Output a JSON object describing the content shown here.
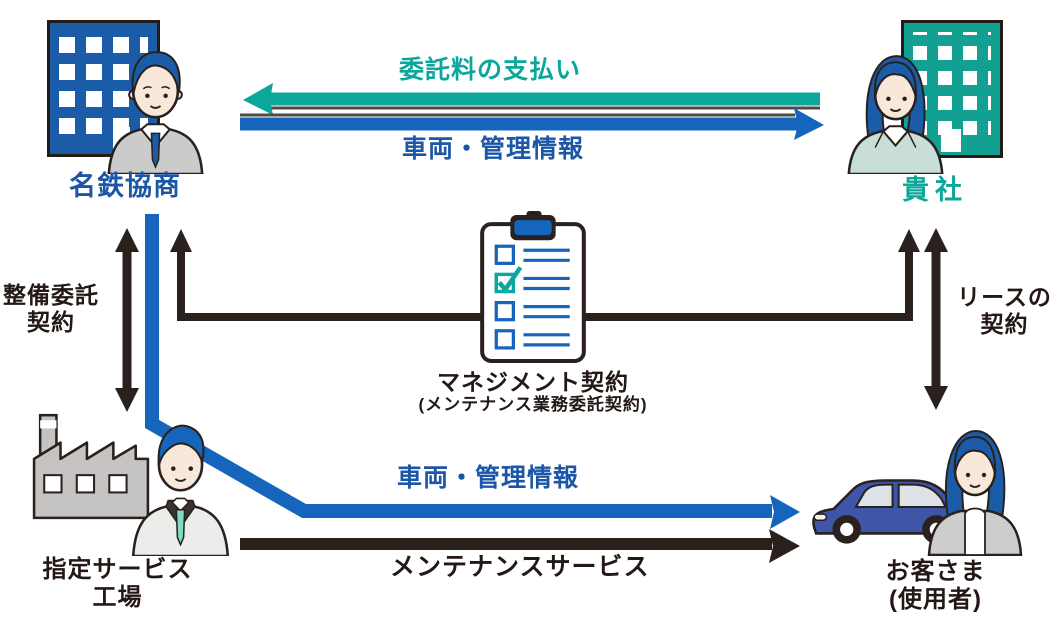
{
  "nodes": {
    "meitetsu": {
      "label": "名鉄協商"
    },
    "kisha": {
      "label": "貴社"
    },
    "contract": {
      "title": "マネジメント契約",
      "subtitle": "(メンテナンス業務委託契約)"
    },
    "factory": {
      "line1": "指定サービス",
      "line2": "工場"
    },
    "customer": {
      "line1": "お客さま",
      "line2": "(使用者)"
    }
  },
  "arrows": {
    "fee_payment": {
      "label": "委託料の支払い",
      "direction": "left"
    },
    "vehicle_info_top": {
      "label": "車両・管理情報",
      "direction": "right"
    },
    "seibi_itaku": {
      "line1": "整備委託",
      "line2": "契約",
      "direction": "both"
    },
    "lease": {
      "line1": "リースの",
      "line2": "契約",
      "direction": "both"
    },
    "vehicle_info_bottom": {
      "label": "車両・管理情報",
      "direction": "right"
    },
    "maintenance_service": {
      "label": "メンテナンスサービス",
      "direction": "right"
    }
  },
  "colors": {
    "teal": "#0aa79a",
    "blue_arrow": "#1565bd",
    "blue_text": "#1b56a7",
    "dark": "#231815",
    "building_blue": "#1b5ca8",
    "building_teal": "#12a092",
    "car_blue": "#3e55a8"
  }
}
